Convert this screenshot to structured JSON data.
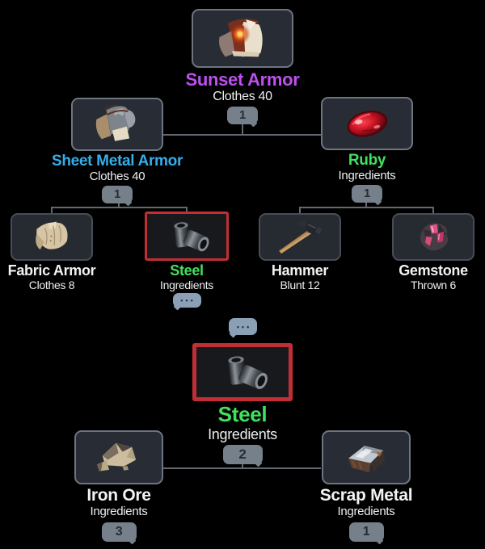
{
  "ui": {
    "view": "crafting-tree",
    "more_indicator": "•••"
  },
  "colors": {
    "background": "#000000",
    "highlight_red": "#c12f35",
    "name_purple": "#bd50ef",
    "name_blue": "#35aeea",
    "name_green": "#41e05e",
    "name_white": "#f2f2f2",
    "count_badge_bg": "#76808a",
    "more_badge_bg": "#8ba0b4",
    "connector": "#62686f",
    "card_bg": "#282c34",
    "card_border": "#6d7580"
  },
  "nodes": {
    "sunset_armor": {
      "name": "Sunset Armor",
      "category": "Clothes 40",
      "count": "1",
      "name_color": "#bd50ef",
      "icon": "sunset-armor"
    },
    "sheet_metal_armor": {
      "name": "Sheet Metal Armor",
      "category": "Clothes 40",
      "count": "1",
      "name_color": "#35aeea",
      "icon": "sheet-metal-armor"
    },
    "ruby": {
      "name": "Ruby",
      "category": "Ingredients",
      "count": "1",
      "name_color": "#41e05e",
      "icon": "ruby"
    },
    "fabric_armor": {
      "name": "Fabric Armor",
      "category": "Clothes 8",
      "name_color": "#f2f2f2",
      "icon": "fabric-armor"
    },
    "steel_branch": {
      "name": "Steel",
      "category": "Ingredients",
      "name_color": "#41e05e",
      "icon": "steel",
      "highlighted": true,
      "collapsed": true
    },
    "hammer": {
      "name": "Hammer",
      "category": "Blunt 12",
      "name_color": "#f2f2f2",
      "icon": "hammer"
    },
    "gemstone": {
      "name": "Gemstone",
      "category": "Thrown 6",
      "name_color": "#f2f2f2",
      "icon": "gemstone"
    },
    "steel_main": {
      "name": "Steel",
      "category": "Ingredients",
      "count": "2",
      "name_color": "#41e05e",
      "icon": "steel",
      "highlighted": true
    },
    "iron_ore": {
      "name": "Iron Ore",
      "category": "Ingredients",
      "count": "3",
      "name_color": "#f2f2f2",
      "icon": "iron-ore"
    },
    "scrap_metal": {
      "name": "Scrap Metal",
      "category": "Ingredients",
      "count": "1",
      "name_color": "#f2f2f2",
      "icon": "scrap-metal"
    }
  }
}
